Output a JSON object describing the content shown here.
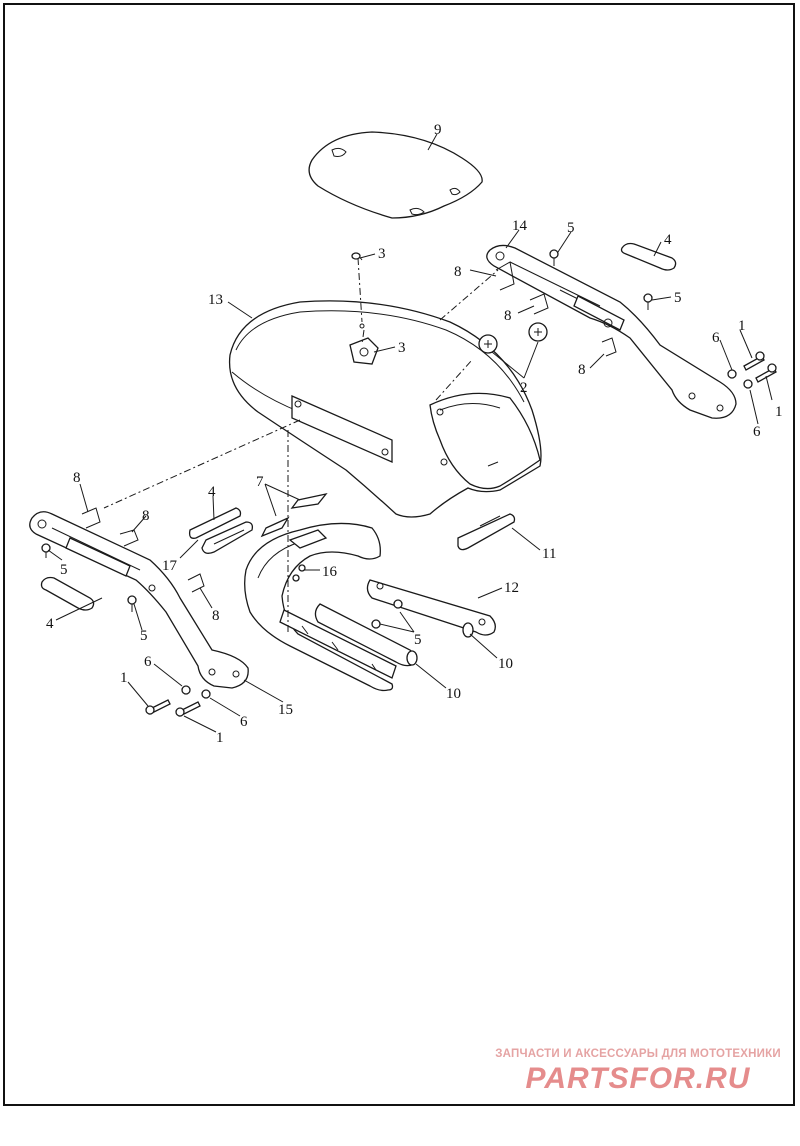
{
  "diagram": {
    "callouts": [
      {
        "id": "c9",
        "text": "9"
      },
      {
        "id": "c3a",
        "text": "3"
      },
      {
        "id": "c3b",
        "text": "3"
      },
      {
        "id": "c13",
        "text": "13"
      },
      {
        "id": "c14",
        "text": "14"
      },
      {
        "id": "c5a",
        "text": "5"
      },
      {
        "id": "c4a",
        "text": "4"
      },
      {
        "id": "c8a",
        "text": "8"
      },
      {
        "id": "c8b",
        "text": "8"
      },
      {
        "id": "c5b",
        "text": "5"
      },
      {
        "id": "c2",
        "text": "2"
      },
      {
        "id": "c8c",
        "text": "8"
      },
      {
        "id": "c6a",
        "text": "6"
      },
      {
        "id": "c1a",
        "text": "1"
      },
      {
        "id": "c1b",
        "text": "1"
      },
      {
        "id": "c6b",
        "text": "6"
      },
      {
        "id": "c8d",
        "text": "8"
      },
      {
        "id": "c4b",
        "text": "4"
      },
      {
        "id": "c7",
        "text": "7"
      },
      {
        "id": "c8e",
        "text": "8"
      },
      {
        "id": "c5c",
        "text": "5"
      },
      {
        "id": "c17",
        "text": "17"
      },
      {
        "id": "c16",
        "text": "16"
      },
      {
        "id": "c11",
        "text": "11"
      },
      {
        "id": "c12",
        "text": "12"
      },
      {
        "id": "c4c",
        "text": "4"
      },
      {
        "id": "c5d",
        "text": "5"
      },
      {
        "id": "c8f",
        "text": "8"
      },
      {
        "id": "c5e",
        "text": "5"
      },
      {
        "id": "c10a",
        "text": "10"
      },
      {
        "id": "c10b",
        "text": "10"
      },
      {
        "id": "c6c",
        "text": "6"
      },
      {
        "id": "c1c",
        "text": "1"
      },
      {
        "id": "c15",
        "text": "15"
      },
      {
        "id": "c6d",
        "text": "6"
      },
      {
        "id": "c1d",
        "text": "1"
      }
    ]
  },
  "watermark": {
    "tagline": "ЗАПЧАСТИ И АКСЕССУАРЫ ДЛЯ МОТОТЕХНИКИ",
    "logo": "PARTSFOR.RU"
  },
  "colors": {
    "line": "#1a1a1a",
    "background": "#ffffff",
    "watermark": "#e58c8c"
  }
}
